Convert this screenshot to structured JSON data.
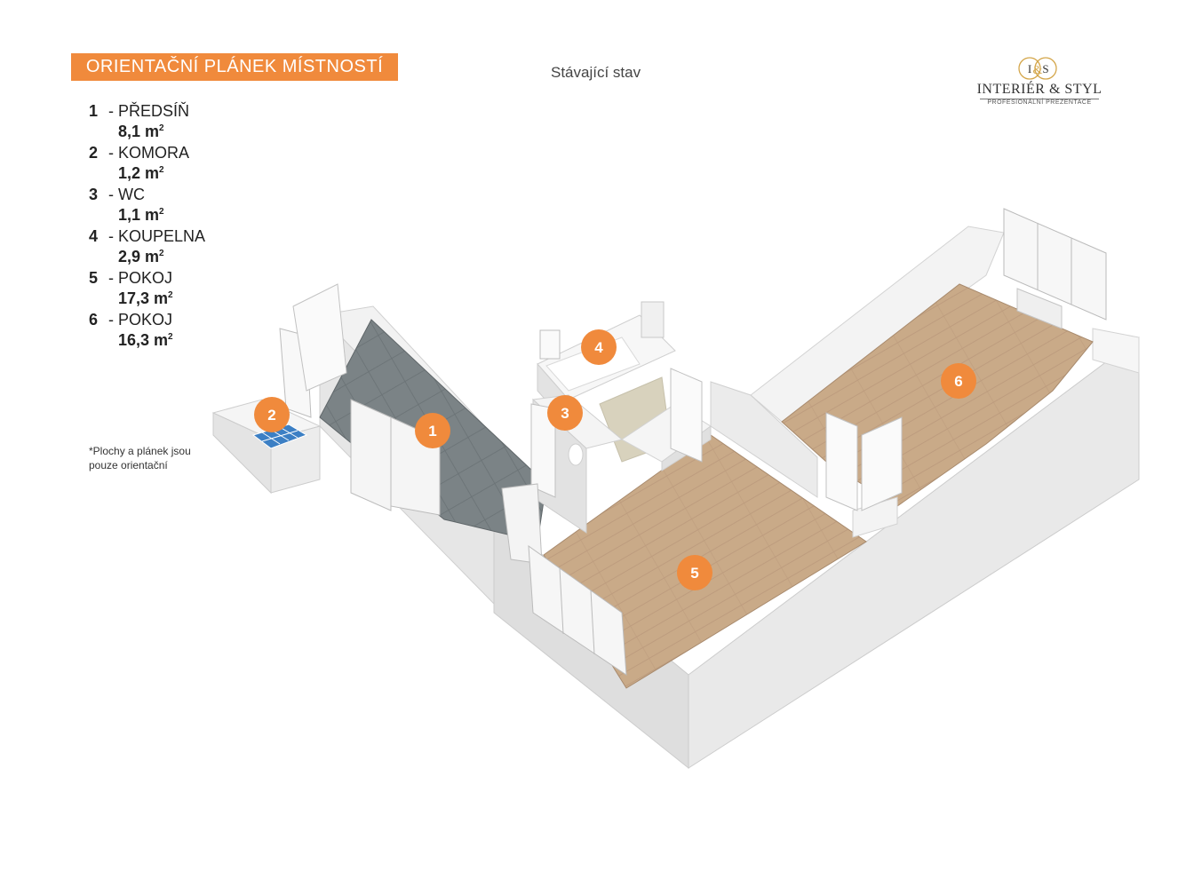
{
  "header": {
    "title": "ORIENTAČNÍ PLÁNEK MÍSTNOSTÍ",
    "subtitle": "Stávající stav"
  },
  "legend": [
    {
      "num": "1",
      "name": "- PŘEDSÍŇ",
      "area": "8,1 m",
      "unit_sup": "2"
    },
    {
      "num": "2",
      "name": "- KOMORA",
      "area": "1,2 m",
      "unit_sup": "2"
    },
    {
      "num": "3",
      "name": "- WC",
      "area": "1,1 m",
      "unit_sup": "2"
    },
    {
      "num": "4",
      "name": "- KOUPELNA",
      "area": "2,9 m",
      "unit_sup": "2"
    },
    {
      "num": "5",
      "name": "- POKOJ",
      "area": "17,3 m",
      "unit_sup": "2"
    },
    {
      "num": "6",
      "name": "- POKOJ",
      "area": "16,3 m",
      "unit_sup": "2"
    }
  ],
  "note": "*Plochy  a plánek jsou pouze orientační",
  "logo": {
    "monogram_left": "I",
    "monogram_right": "S",
    "monogram_amp": "&",
    "name": "INTERIÉR & STYL",
    "tagline": "PROFESIONÁLNÍ PREZENTACE"
  },
  "markers": [
    "1",
    "2",
    "3",
    "4",
    "5",
    "6"
  ],
  "colors": {
    "accent": "#f08a3c",
    "wood_floor": "#c7a886",
    "tile_floor": "#7d8588",
    "wall_top": "#f4f4f4",
    "wall_side": "#dcdcdc",
    "storage_tiles": "#3c7fc4"
  }
}
